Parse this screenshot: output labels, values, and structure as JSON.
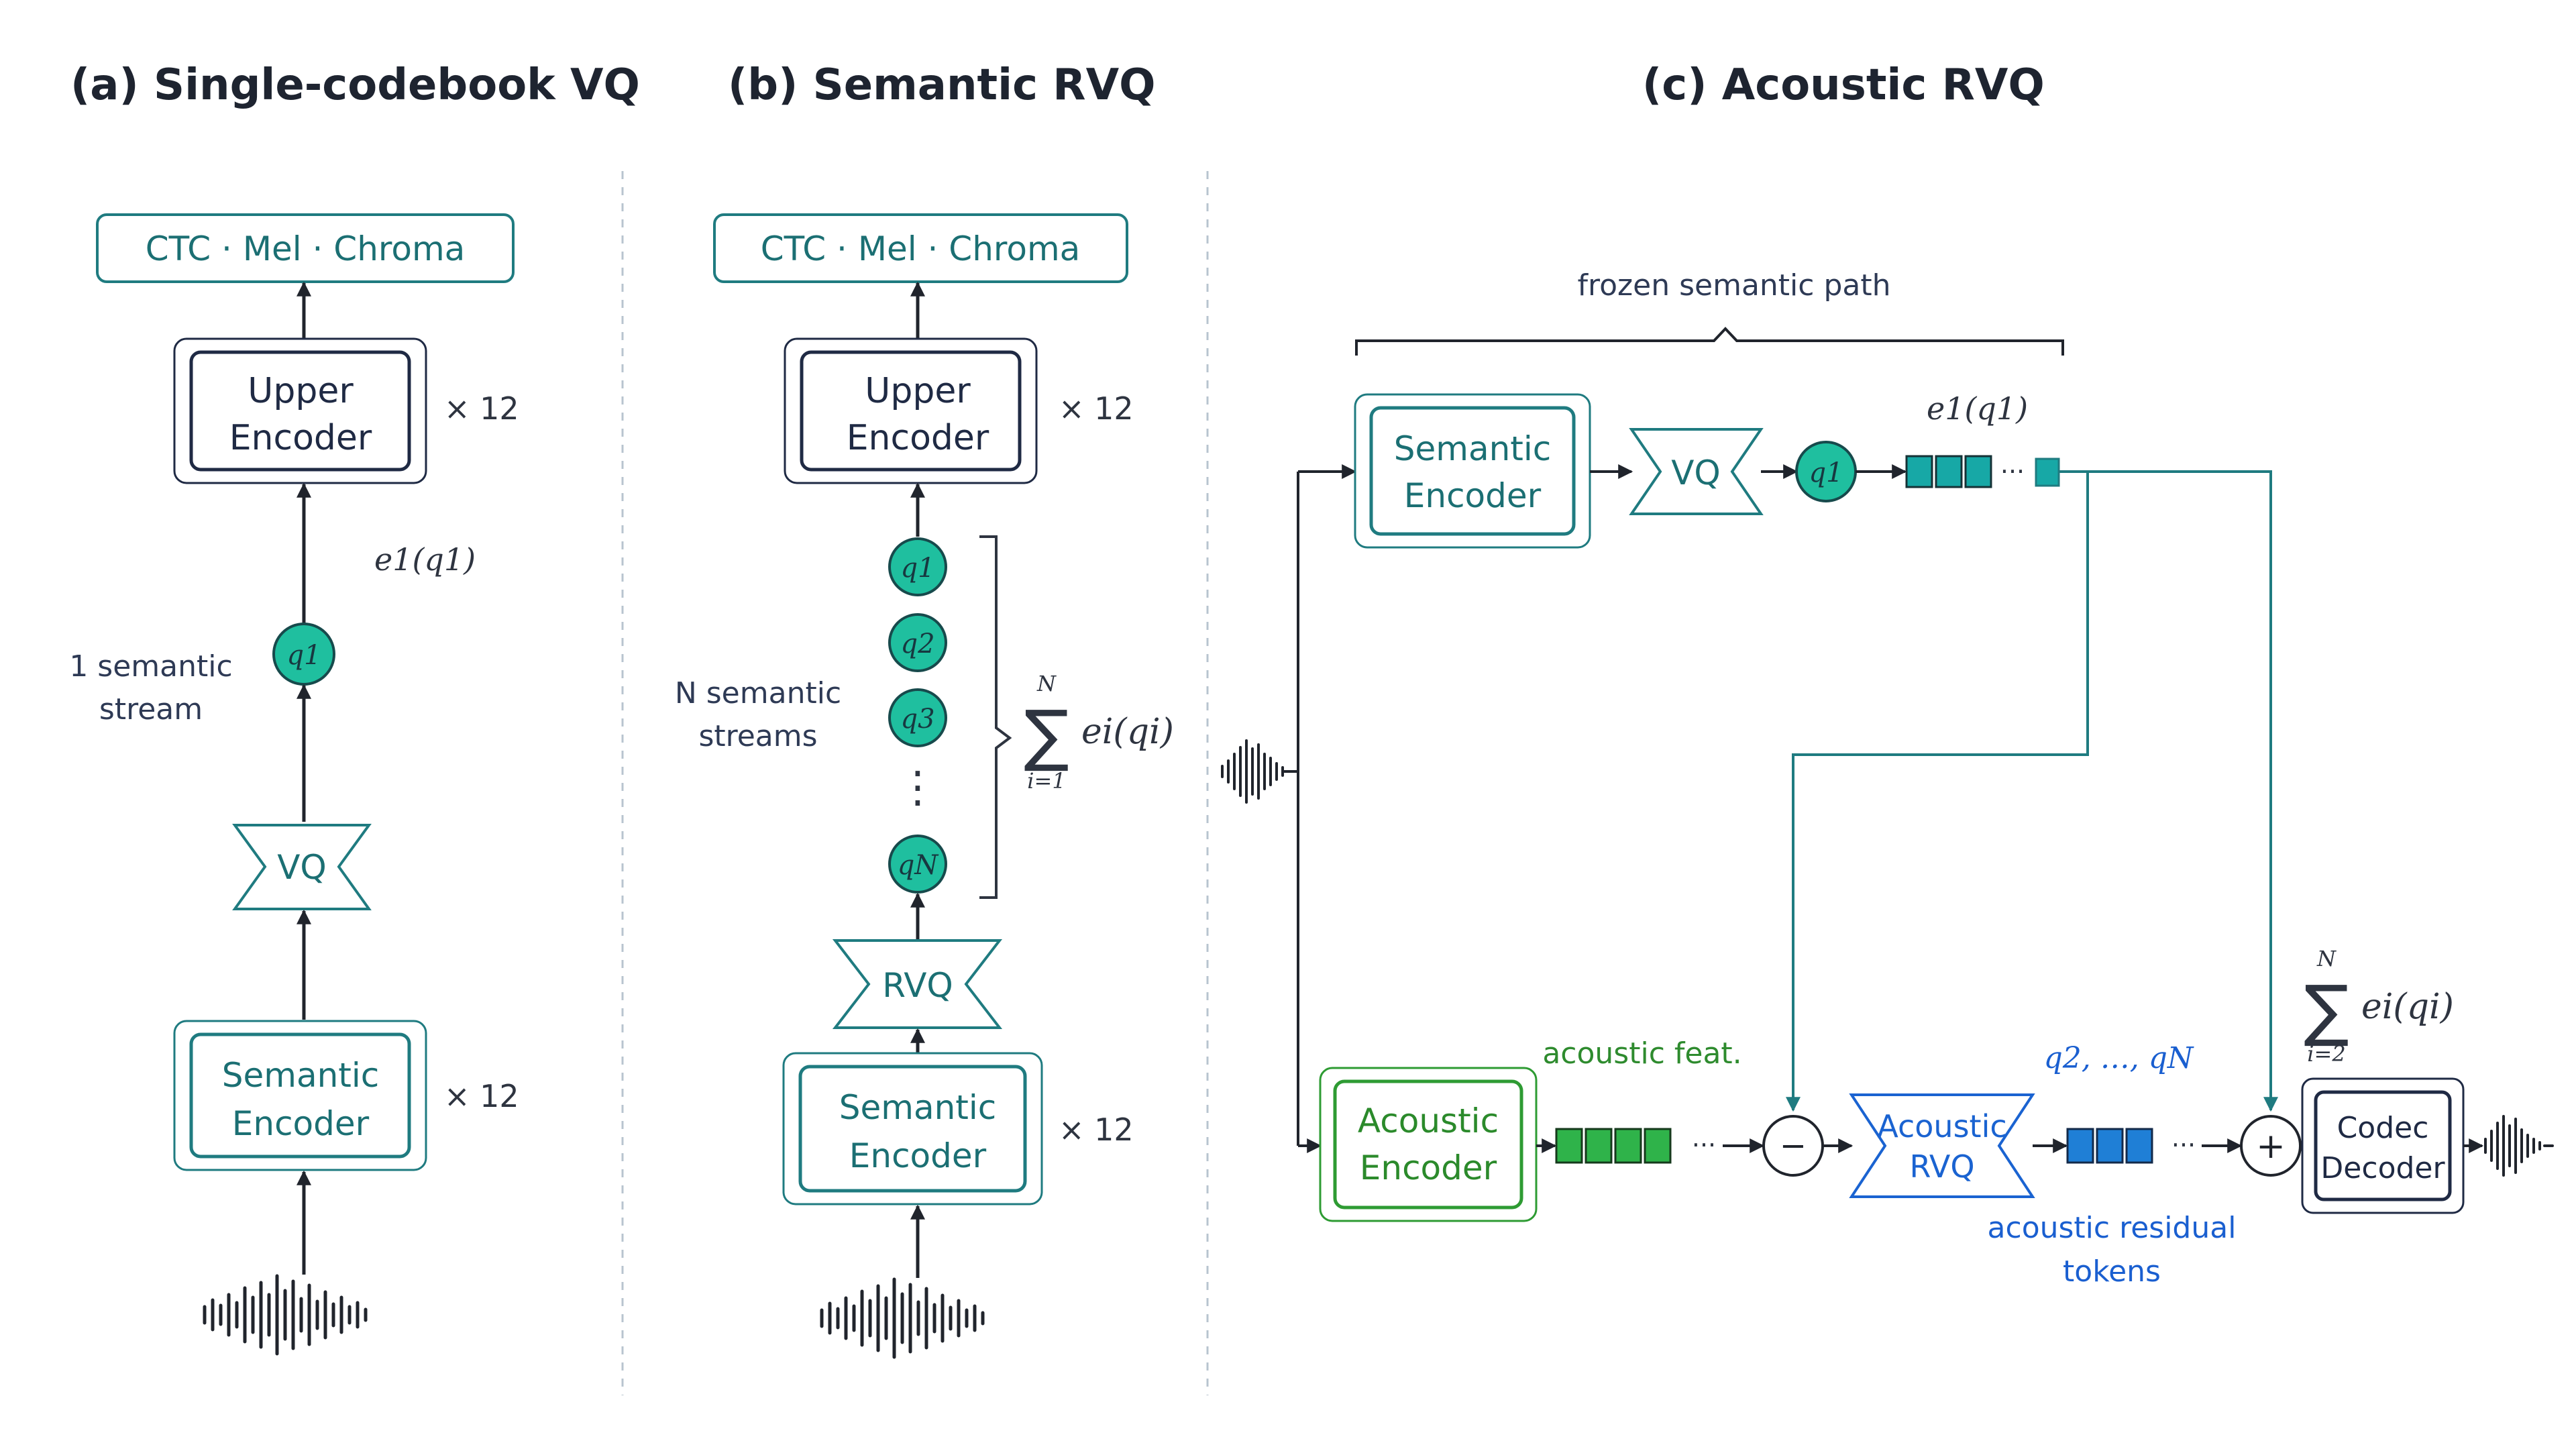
{
  "panels": {
    "a": {
      "title": "(a) Single-codebook VQ",
      "targets": "CTC · Mel · Chroma",
      "upper_encoder": [
        "Upper",
        "Encoder"
      ],
      "upper_repeat": "× 12",
      "embedding": "e1(q1)",
      "token": "q1",
      "stream_label": [
        "1 semantic",
        "stream"
      ],
      "quantizer": "VQ",
      "semantic_encoder": [
        "Semantic",
        "Encoder"
      ],
      "semantic_repeat": "× 12"
    },
    "b": {
      "title": "(b) Semantic RVQ",
      "targets": "CTC · Mel · Chroma",
      "upper_encoder": [
        "Upper",
        "Encoder"
      ],
      "upper_repeat": "× 12",
      "tokens": [
        "q1",
        "q2",
        "q3",
        "qN"
      ],
      "dots": "⋮",
      "stream_label": [
        "N semantic",
        "streams"
      ],
      "sum_upper": "N",
      "sum_lower": "i=1",
      "sum_term": "ei(qi)",
      "quantizer": "RVQ",
      "semantic_encoder": [
        "Semantic",
        "Encoder"
      ],
      "semantic_repeat": "× 12"
    },
    "c": {
      "title": "(c) Acoustic RVQ",
      "frozen_label": "frozen semantic path",
      "semantic_encoder": [
        "Semantic",
        "Encoder"
      ],
      "quantizer": "VQ",
      "token": "q1",
      "embedding": "e1(q1)",
      "acoustic_encoder": [
        "Acoustic",
        "Encoder"
      ],
      "acoustic_feat": "acoustic feat.",
      "minus": "−",
      "acoustic_rvq": [
        "Acoustic",
        "RVQ"
      ],
      "residual_tokens_label": "q2, …, qN",
      "residual_caption": [
        "acoustic residual",
        "tokens"
      ],
      "plus": "+",
      "sum_upper": "N",
      "sum_lower": "i=2",
      "sum_term": "ei(qi)",
      "codec_decoder": [
        "Codec",
        "Decoder"
      ],
      "ellipsis": "···"
    }
  },
  "colors": {
    "teal_stroke": "#1f7b80",
    "teal_text": "#1b6f73",
    "teal_fill": "#1fbf9f",
    "dark_stroke": "#1f2a44",
    "green": "#2e9b33",
    "green_fill": "#2fb34a",
    "blue": "#1a63d1",
    "blue_fill": "#1f7fd6",
    "cyan_fill": "#17a8a6",
    "arrow": "#20242c"
  }
}
